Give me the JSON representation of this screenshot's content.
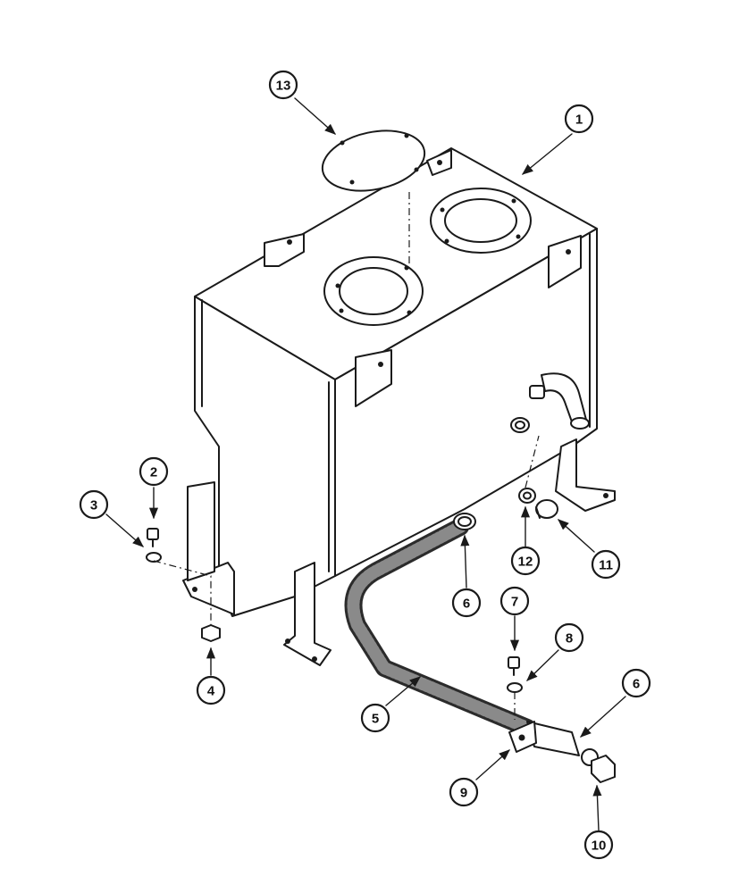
{
  "callouts": [
    {
      "label": "1"
    },
    {
      "label": "2"
    },
    {
      "label": "3"
    },
    {
      "label": "4"
    },
    {
      "label": "5"
    },
    {
      "label": "6"
    },
    {
      "label": "6"
    },
    {
      "label": "7"
    },
    {
      "label": "8"
    },
    {
      "label": "9"
    },
    {
      "label": "10"
    },
    {
      "label": "11"
    },
    {
      "label": "12"
    },
    {
      "label": "13"
    }
  ]
}
